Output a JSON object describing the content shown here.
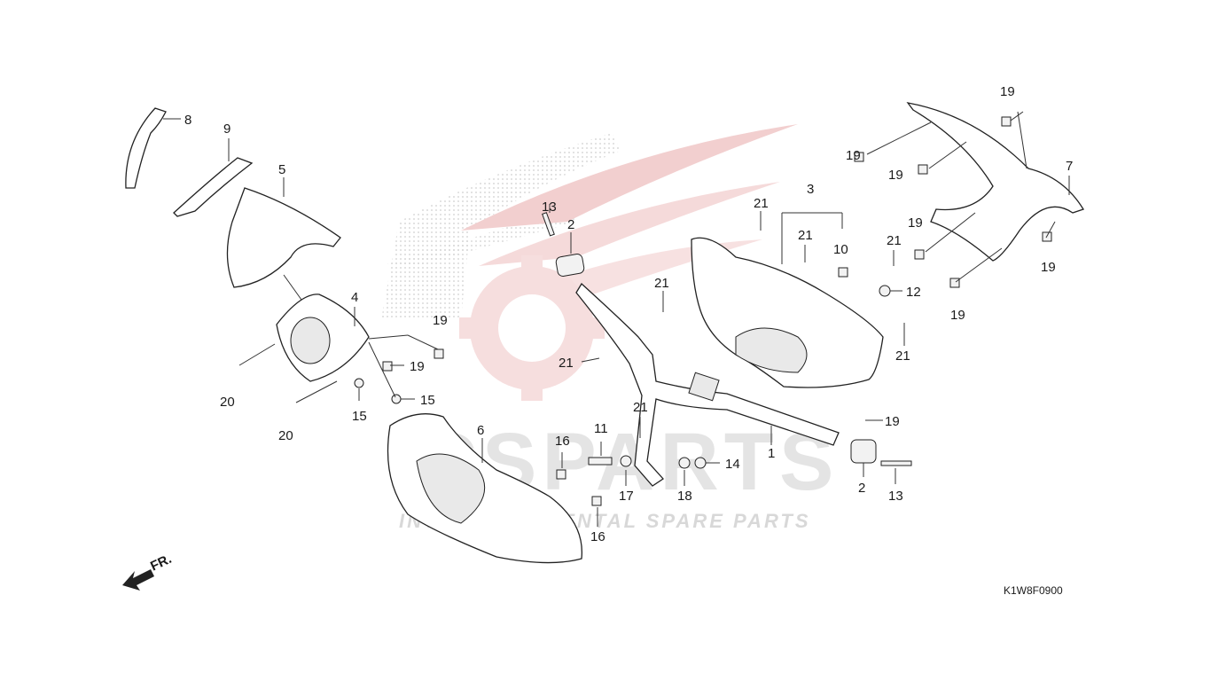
{
  "diagram": {
    "code": "K1W8F0900",
    "direction_label": "FR.",
    "watermark": {
      "brand": "ICSPARTS",
      "tagline": "INTERCONTINENTAL SPARE PARTS"
    },
    "callouts": [
      "8",
      "9",
      "5",
      "4",
      "20",
      "20",
      "15",
      "15",
      "19",
      "19",
      "19",
      "13",
      "2",
      "21",
      "11",
      "17",
      "18",
      "14",
      "1",
      "2",
      "13",
      "6",
      "16",
      "16",
      "21",
      "21",
      "3",
      "21",
      "10",
      "21",
      "12",
      "21",
      "21",
      "19",
      "19",
      "19",
      "19",
      "19",
      "19",
      "7"
    ]
  },
  "colors": {
    "line": "#222222",
    "watermark_gray": "#d9d9d9",
    "watermark_red": "#e8b4b4"
  }
}
